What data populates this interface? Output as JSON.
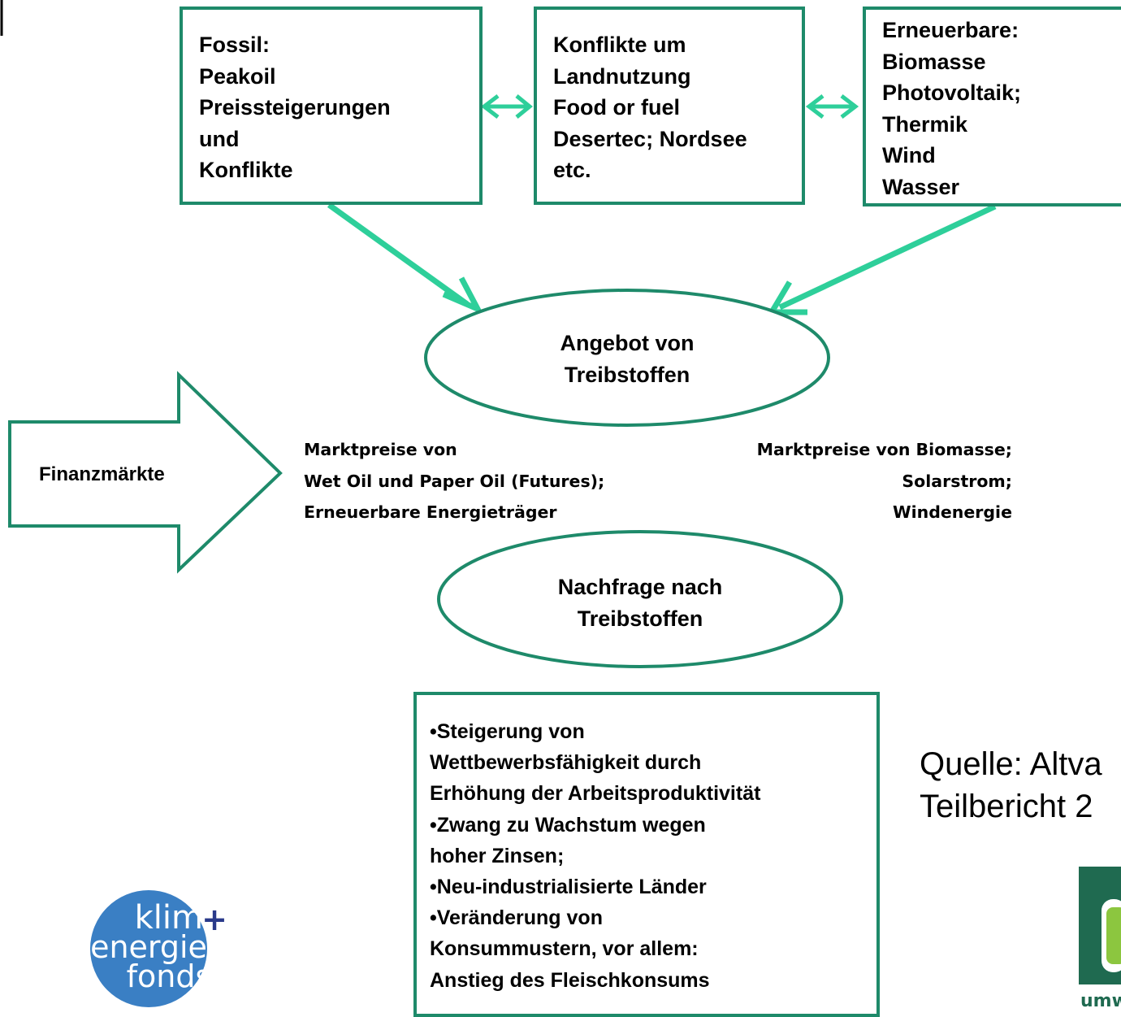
{
  "boxes": {
    "fossil": [
      "Fossil:",
      "Peakoil",
      "Preissteigerungen",
      "und",
      "Konflikte"
    ],
    "konflikte": [
      "Konflikte um",
      "Landnutzung",
      "Food or fuel",
      "Desertec; Nordsee",
      "etc."
    ],
    "erneuerbare": [
      "Erneuerbare:",
      "Biomasse",
      "Photovoltaik;",
      "Thermik",
      "Wind",
      "Wasser"
    ],
    "nachfrage_drivers": [
      "•Steigerung von",
      "Wettbewerbsfähigkeit durch",
      "Erhöhung der Arbeitsproduktivität",
      "•Zwang zu Wachstum wegen",
      "hoher Zinsen;",
      "•Neu-industrialisierte Länder",
      "•Veränderung von",
      "Konsummustern, vor allem:",
      "Anstieg des Fleischkonsums"
    ]
  },
  "ellipses": {
    "angebot": [
      "Angebot von",
      "Treibstoffen"
    ],
    "nachfrage": [
      "Nachfrage nach",
      "Treibstoffen"
    ]
  },
  "finanz_label": "Finanzmärkte",
  "markets": {
    "left": [
      "Marktpreise von",
      "Wet Oil und Paper Oil (Futures);",
      "Erneuerbare Energieträger"
    ],
    "right": [
      "Marktpreise von Biomasse;",
      "Solarstrom;",
      "Windenergie"
    ]
  },
  "source": [
    "Quelle: Altva",
    "Teilbericht 2"
  ],
  "logos": {
    "left": [
      "klima",
      "energie",
      "fonds",
      "+"
    ],
    "right": "umw"
  },
  "colors": {
    "box_border": "#1e8a6a",
    "arrow": "#2ecf9a",
    "logo_blue": "#3a7fc4",
    "plus": "#2a3a8a",
    "logo_green_dark": "#1f6a50",
    "logo_green_light": "#8cc63f"
  }
}
